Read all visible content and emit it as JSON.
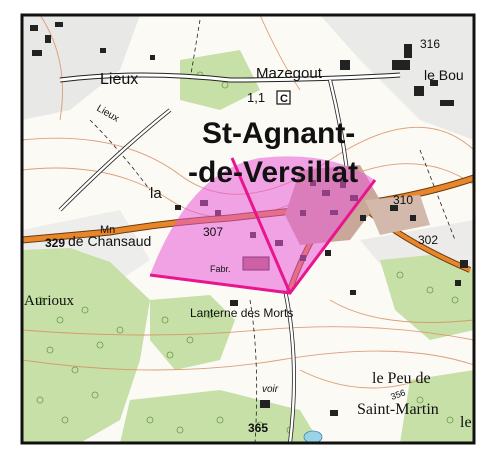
{
  "labels": {
    "lieux": "Lieux",
    "lieux_road": "Lieux",
    "mazegout": "Mazegout",
    "le_bou": "le Bou",
    "st_agnant": "St-Agnant-",
    "de_versillat": "-de-Versillat",
    "la": "la",
    "mn": "Mn",
    "de_chansaud": "de Chansaud",
    "aurioux": "Aurioux",
    "fabr": "Fabr.",
    "lanterne": "Lanterne des Morts",
    "le_peu_de": "le Peu de",
    "saint_martin": "Saint-Martin",
    "le_right": "le",
    "voir": "voir",
    "c_letter": "C",
    "one_one": "1,1",
    "alt_316": "316",
    "alt_310": "310",
    "alt_302": "302",
    "alt_307": "307",
    "alt_329": "329",
    "alt_365": "365",
    "alt_356": "356"
  },
  "colors": {
    "highlight_fill": "#e85ad6",
    "highlight_stroke": "#e8158e",
    "road_orange": "#e8862a",
    "forest_green": "#c6e0a8",
    "contour_brown": "#d98f63",
    "water_blue": "#9ad3e8"
  }
}
